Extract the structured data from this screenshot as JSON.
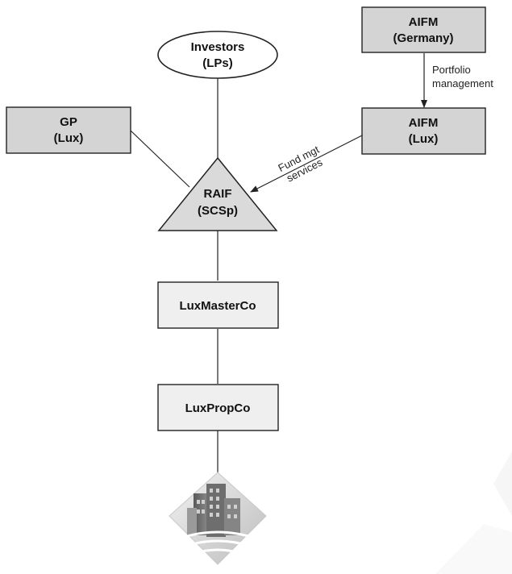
{
  "colors": {
    "gray_box": "#d4d4d4",
    "light_box": "#efefef",
    "ellipse_fill": "#ffffff",
    "triangle_fill": "#dadada",
    "line": "#222222"
  },
  "nodes": {
    "investors": {
      "line1": "Investors",
      "line2": "(LPs)"
    },
    "aifm_germany": {
      "line1": "AIFM",
      "line2": "(Germany)"
    },
    "gp": {
      "line1": "GP",
      "line2": "(Lux)"
    },
    "aifm_lux": {
      "line1": "AIFM",
      "line2": "(Lux)"
    },
    "raif": {
      "line1": "RAIF",
      "line2": "(SCSp)"
    },
    "luxmasterco": {
      "label": "LuxMasterCo"
    },
    "luxpropco": {
      "label": "LuxPropCo"
    }
  },
  "edges": {
    "portfolio_management": {
      "line1": "Portfolio",
      "line2": "management"
    },
    "fund_mgt_services": {
      "line1": "Fund mgt",
      "line2": "services"
    }
  },
  "icons": {
    "property": "buildings-icon"
  }
}
